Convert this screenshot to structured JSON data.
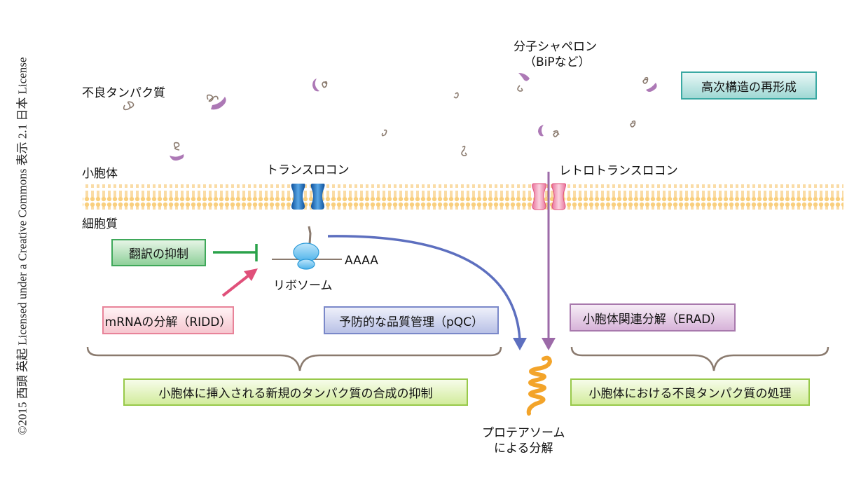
{
  "credit": "©2015 西頭 英起 Licensed under a Creative Commons 表示 2.1 日本 License",
  "labels": {
    "misfolded_protein": "不良タンパク質",
    "chaperone_line1": "分子シャペロン",
    "chaperone_line2": "（BiPなど）",
    "er": "小胞体",
    "cytoplasm": "細胞質",
    "translocon": "トランスロコン",
    "retrotranslocon": "レトロトランスロコン",
    "ribosome": "リボソーム",
    "poly_a": "AAAA",
    "proteasome_line1": "プロテアソーム",
    "proteasome_line2": "による分解"
  },
  "boxes": {
    "refolding": "高次構造の再形成",
    "translation_inhibition": "翻訳の抑制",
    "ridd": "mRNAの分解（RIDD）",
    "pqc": "予防的な品質管理（pQC）",
    "erad": "小胞体関連分解（ERAD）",
    "synthesis_suppression": "小胞体に挿入される新規のタンパク質の合成の抑制",
    "er_misfolded_processing": "小胞体における不良タンパク質の処理"
  },
  "colors": {
    "membrane": "#f9cf7e",
    "translocon": "#1f6fbf",
    "retrotranslocon": "#e8719a",
    "chaperone": "#a46aae",
    "inhibit_arrow": "#2aa24a",
    "ridd_arrow": "#e0507a",
    "pqc_arrow": "#5d6fbf",
    "erad_arrow": "#9c6aa8",
    "proteasome": "#f3a42a",
    "brace": "#8a7a6e"
  }
}
